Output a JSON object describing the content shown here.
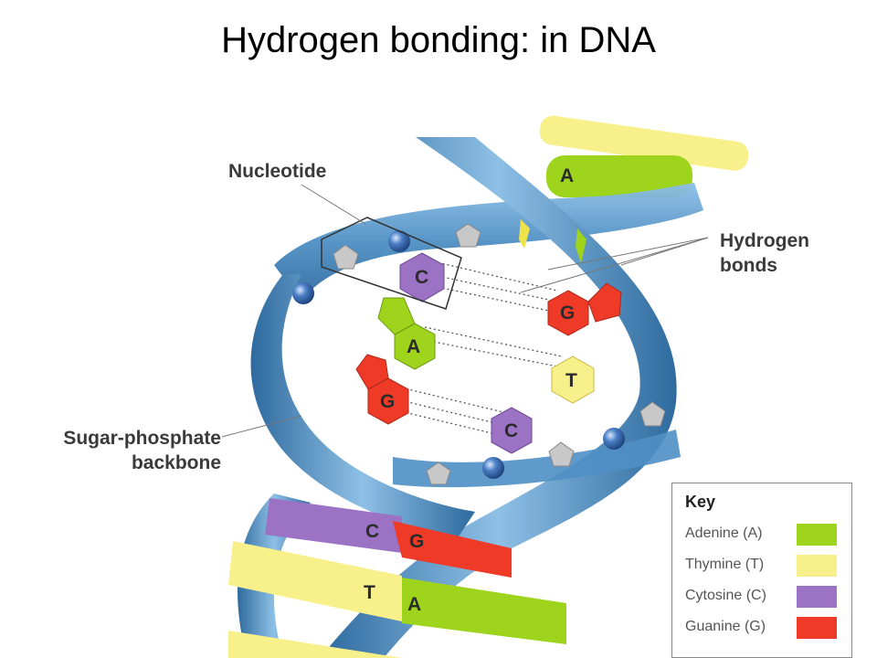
{
  "title": "Hydrogen bonding:  in DNA",
  "labels": {
    "nucleotide": "Nucleotide",
    "hydrogen_bonds_1": "Hydrogen",
    "hydrogen_bonds_2": "bonds",
    "backbone_1": "Sugar-phosphate",
    "backbone_2": "backbone"
  },
  "bases": {
    "top_a": "A",
    "c1": "C",
    "g1": "G",
    "a1": "A",
    "t1": "T",
    "g2": "G",
    "c2": "C",
    "low_c": "C",
    "low_g": "G",
    "low_t": "T",
    "low_a": "A"
  },
  "key": {
    "title": "Key",
    "items": [
      {
        "label": "Adenine (A)",
        "color": "#9ed41c"
      },
      {
        "label": "Thymine (T)",
        "color": "#f8f08a"
      },
      {
        "label": "Cytosine (C)",
        "color": "#9b72c4"
      },
      {
        "label": "Guanine (G)",
        "color": "#ee3a26"
      }
    ]
  },
  "colors": {
    "adenine": "#9ed41c",
    "thymine": "#f8f08a",
    "cytosine": "#9b72c4",
    "guanine": "#ee3a26",
    "backbone": "#5f9bc8",
    "phosphate": "#3a6fb0",
    "sugar": "#c8c8c8"
  }
}
